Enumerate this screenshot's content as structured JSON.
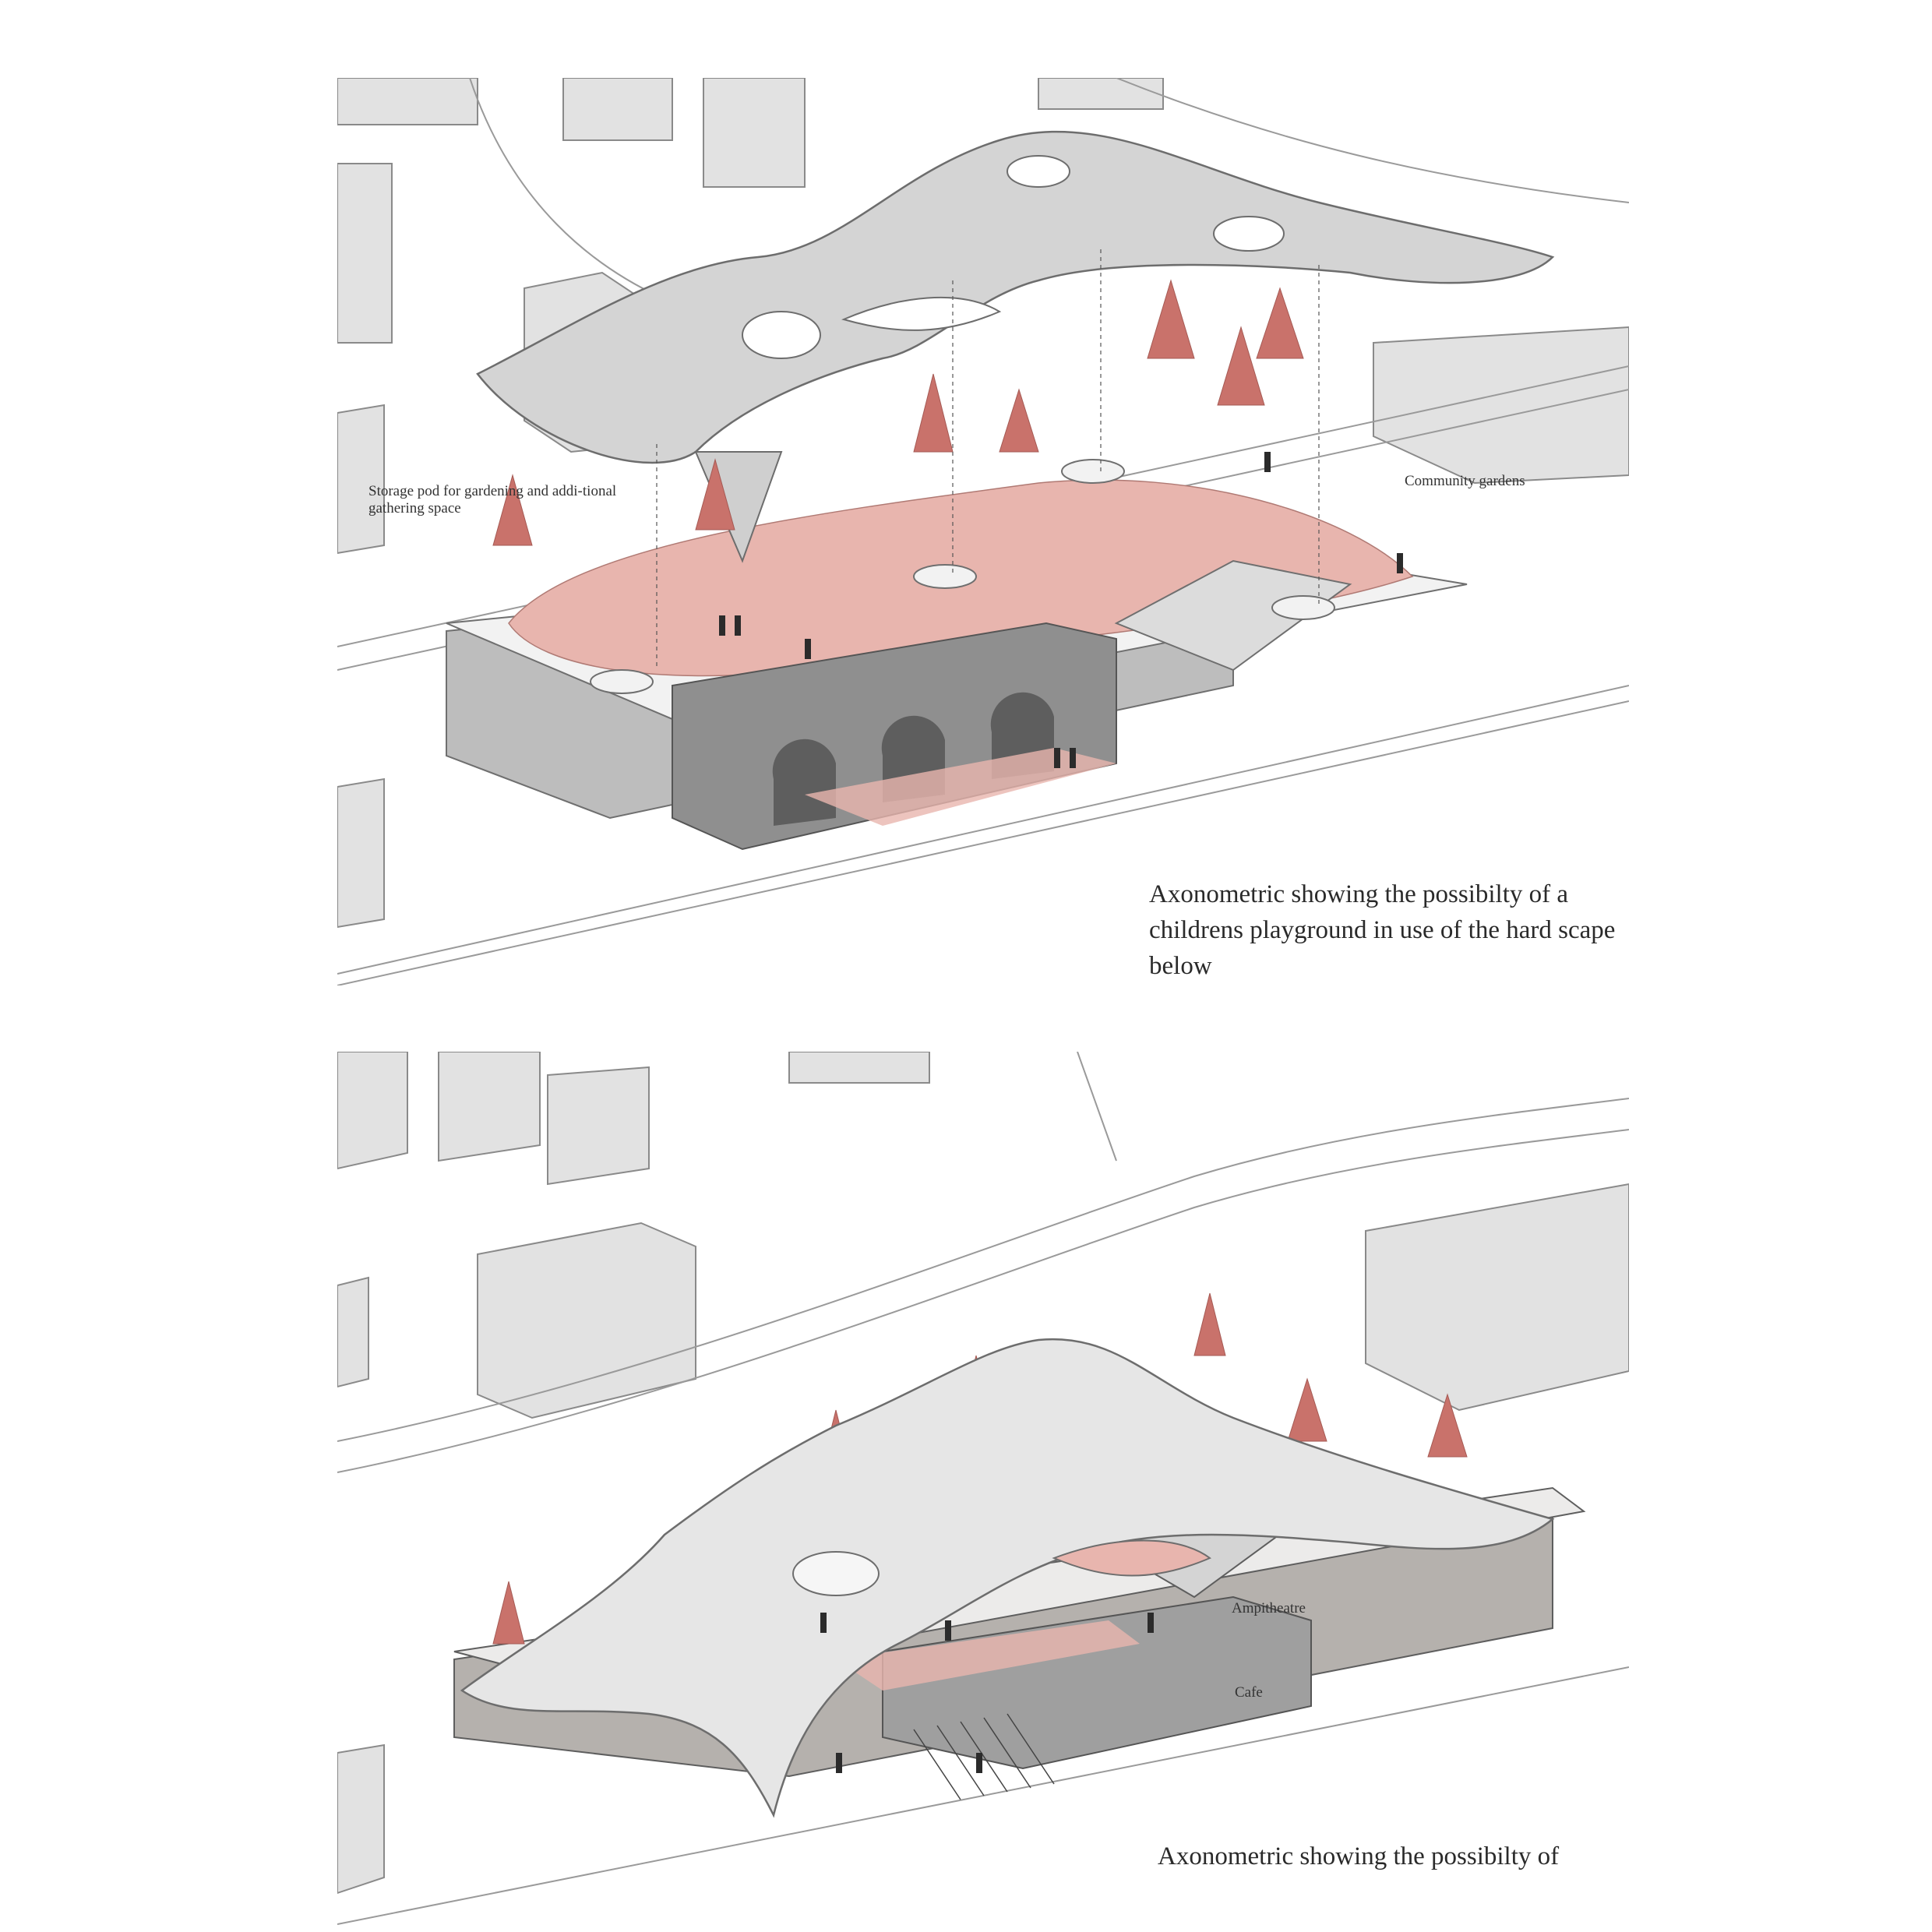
{
  "top_panel": {
    "labels": {
      "storage_pod": "Storage pod for gardening and addi-tional gathering space",
      "community_gardens": "Community gardens"
    },
    "caption": "Axonometric showing the possibilty of a childrens playground in use of the hard scape below"
  },
  "bottom_panel": {
    "labels": {
      "ampitheatre": "Ampitheatre",
      "cafe": "Cafe"
    },
    "caption": "Axonometric showing the possibilty of"
  },
  "colors": {
    "accent_red": "#c9726b",
    "pink_fill": "#e8b5ae",
    "building_grey": "#d9d9d9",
    "line_grey": "#9a9a9a"
  }
}
